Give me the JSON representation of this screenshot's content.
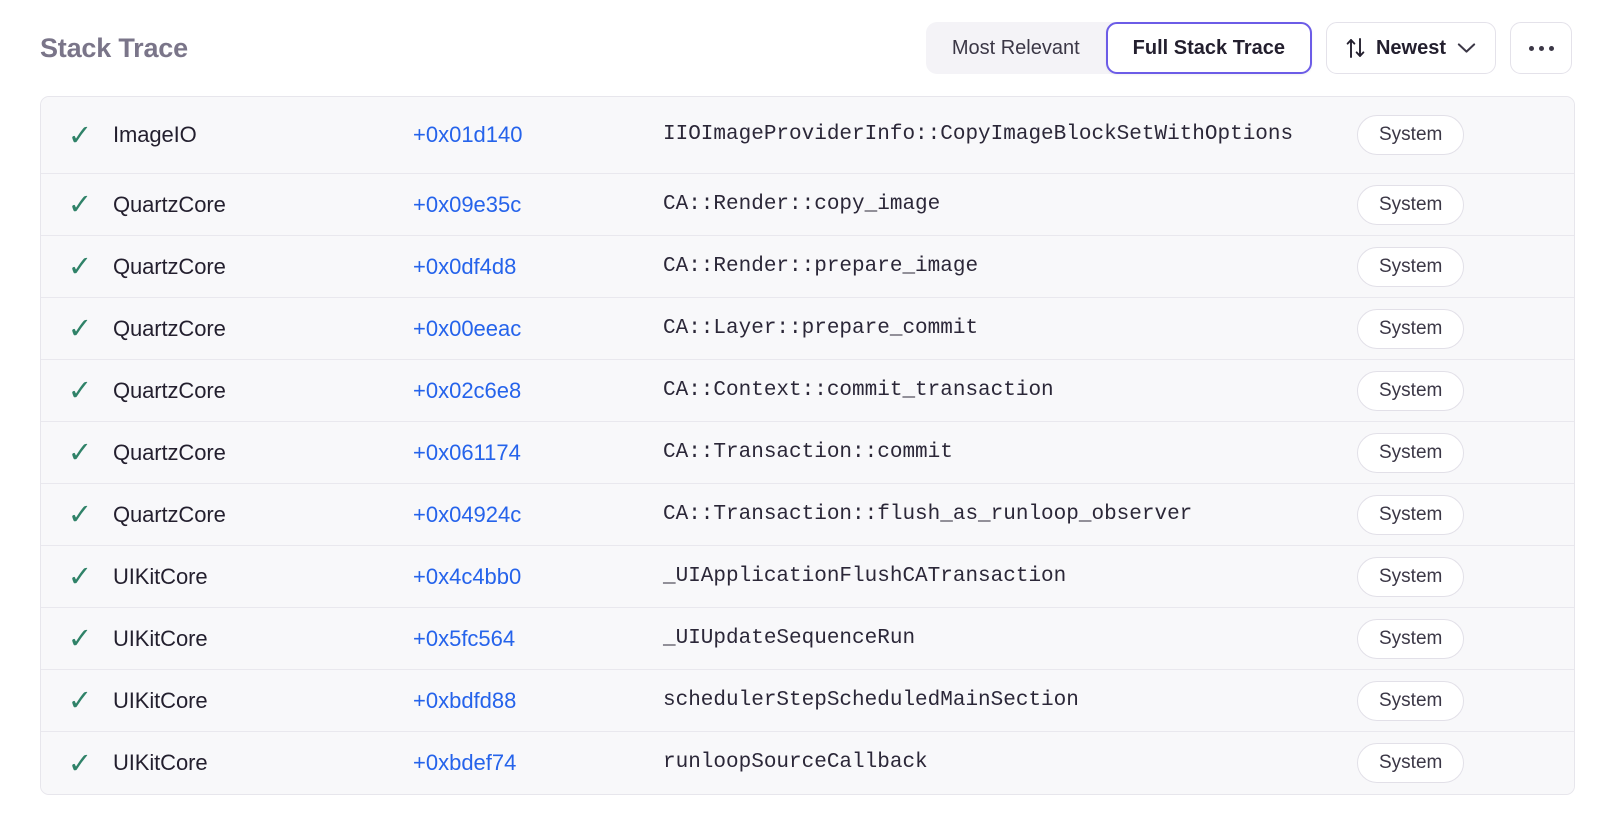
{
  "header": {
    "title": "Stack Trace",
    "segmented": {
      "options": [
        {
          "label": "Most Relevant",
          "active": false
        },
        {
          "label": "Full Stack Trace",
          "active": true
        }
      ]
    },
    "sort": {
      "icon": "sort-arrows-icon",
      "label": "Newest",
      "chevron": "chevron-down-icon"
    },
    "more": {
      "icon": "ellipsis-icon",
      "label": ""
    }
  },
  "accent_colors": {
    "active_border": "#6c5ce7",
    "address_link": "#2563eb",
    "check_green": "#2f8268",
    "title_gray": "#7a7589",
    "row_bg": "#f8f8fa",
    "row_divider": "#e9e8ee"
  },
  "table": {
    "columns": [
      "status",
      "binary",
      "address",
      "function",
      "source"
    ],
    "rows": [
      {
        "check": "✓",
        "binary": "ImageIO",
        "address": "+0x01d140",
        "function": "IIOImageProviderInfo::CopyImageBlockSetWithOptions",
        "badge": "System"
      },
      {
        "check": "✓",
        "binary": "QuartzCore",
        "address": "+0x09e35c",
        "function": "CA::Render::copy_image",
        "badge": "System"
      },
      {
        "check": "✓",
        "binary": "QuartzCore",
        "address": "+0x0df4d8",
        "function": "CA::Render::prepare_image",
        "badge": "System"
      },
      {
        "check": "✓",
        "binary": "QuartzCore",
        "address": "+0x00eeac",
        "function": "CA::Layer::prepare_commit",
        "badge": "System"
      },
      {
        "check": "✓",
        "binary": "QuartzCore",
        "address": "+0x02c6e8",
        "function": "CA::Context::commit_transaction",
        "badge": "System"
      },
      {
        "check": "✓",
        "binary": "QuartzCore",
        "address": "+0x061174",
        "function": "CA::Transaction::commit",
        "badge": "System"
      },
      {
        "check": "✓",
        "binary": "QuartzCore",
        "address": "+0x04924c",
        "function": "CA::Transaction::flush_as_runloop_observer",
        "badge": "System"
      },
      {
        "check": "✓",
        "binary": "UIKitCore",
        "address": "+0x4c4bb0",
        "function": "_UIApplicationFlushCATransaction",
        "badge": "System"
      },
      {
        "check": "✓",
        "binary": "UIKitCore",
        "address": "+0x5fc564",
        "function": "_UIUpdateSequenceRun",
        "badge": "System"
      },
      {
        "check": "✓",
        "binary": "UIKitCore",
        "address": "+0xbdfd88",
        "function": "schedulerStepScheduledMainSection",
        "badge": "System"
      },
      {
        "check": "✓",
        "binary": "UIKitCore",
        "address": "+0xbdef74",
        "function": "runloopSourceCallback",
        "badge": "System"
      }
    ]
  }
}
